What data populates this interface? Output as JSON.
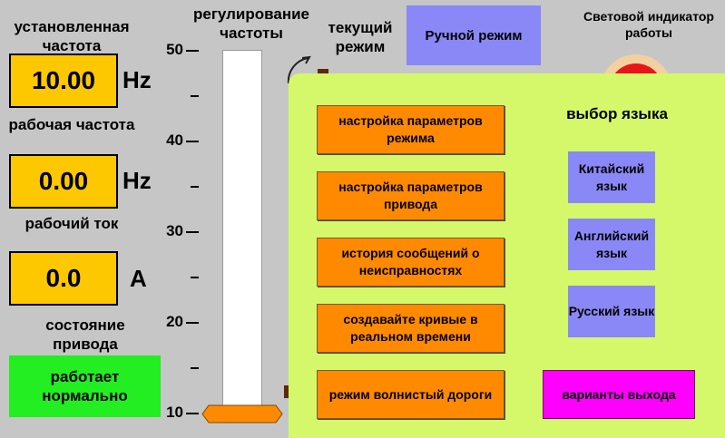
{
  "left": {
    "set_freq_label": "установленная частота",
    "set_freq_value": "10.00",
    "set_freq_unit": "Hz",
    "work_freq_label": "рабочая частота",
    "work_freq_value": "0.00",
    "work_freq_unit": "Hz",
    "current_label": "рабочий ток",
    "current_value": "0.0",
    "current_unit": "A",
    "drive_state_label": "состояние привода",
    "drive_state_value": "работает нормально"
  },
  "slider": {
    "title": "регулирование частоты",
    "ticks": [
      "50",
      "40",
      "30",
      "20",
      "10"
    ],
    "level": 10
  },
  "mode": {
    "label": "текущий режим",
    "value": "Ручной режим"
  },
  "indicator": {
    "label": "Световой индикатор работы"
  },
  "menu": {
    "buttons": [
      "настройка параметров режима",
      "настройка параметров привода",
      "история сообщений о неисправностях",
      "создавайте кривые в реальном времени",
      "режим волнистый дороги"
    ],
    "language_title": "выбор языка",
    "languages": [
      "Китайский язык",
      "Английский язык",
      "Русский язык"
    ],
    "exit_label": "варианты выхода"
  },
  "colors": {
    "value_box": "#fdc800",
    "status_ok": "#22ee22",
    "panel": "#d4f86a",
    "menu_button": "#ff8a00",
    "language_button": "#8a88f6",
    "exit_button": "#ff00ff"
  }
}
